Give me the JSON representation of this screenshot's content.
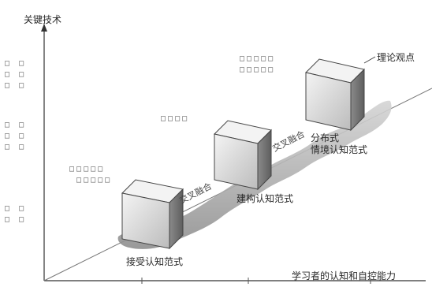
{
  "axes": {
    "y_label": "关键技术",
    "x_label": "学习者的认知和自控能力"
  },
  "stages": [
    {
      "label": "接受认知范式"
    },
    {
      "label": "建构认知范式"
    },
    {
      "label": "分布式\n情境认知范式"
    },
    {
      "label": "理论观点"
    }
  ],
  "transitions": [
    {
      "label": "交叉融合"
    },
    {
      "label": "交叉融合"
    }
  ],
  "placeholder_glyph": "□",
  "colors": {
    "axis": "#333333",
    "cube_front": "#d9d9d9",
    "cube_top": "#f2f2f2",
    "cube_side": "#9a9a9a",
    "band": "#b8b8b8"
  }
}
